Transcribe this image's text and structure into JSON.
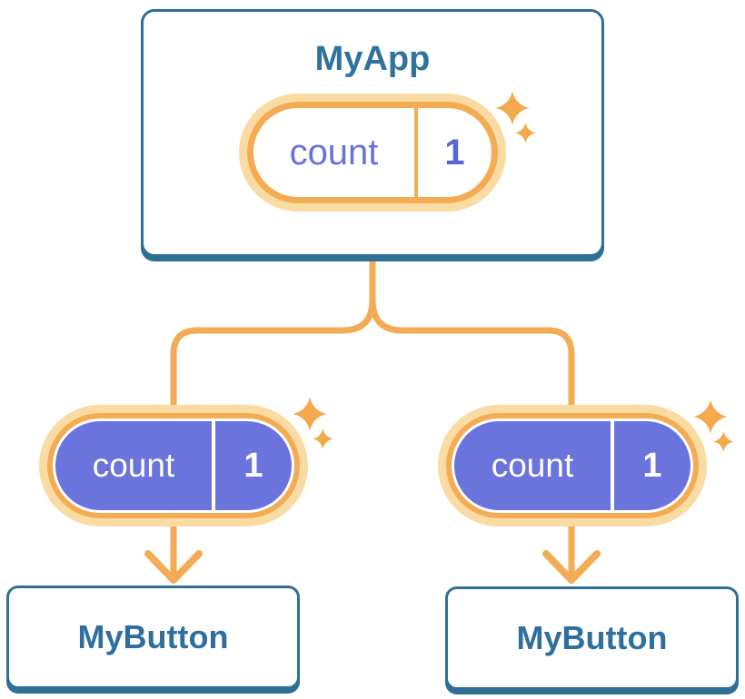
{
  "diagram_type": "react-component-tree",
  "colors": {
    "card_border_blue": "#2E7094",
    "title_text_blue": "#30719E",
    "connector_orange": "#F3AC55",
    "pill_ring_orange": "#F4AC52",
    "pill_ring_light_orange": "#FBDBA4",
    "prop_pill_purple": "#6B74DC",
    "state_name_purple": "#6972DB",
    "state_value_purple": "#5A64D9",
    "pill_fill_white": "#FFFFFF"
  },
  "tree": {
    "root": {
      "title": "MyApp",
      "state": {
        "name": "count",
        "value": "1"
      },
      "sparkle_icon": "sparkles"
    },
    "children": [
      {
        "title": "MyButton",
        "prop": {
          "name": "count",
          "value": "1"
        },
        "sparkle_icon": "sparkles"
      },
      {
        "title": "MyButton",
        "prop": {
          "name": "count",
          "value": "1"
        },
        "sparkle_icon": "sparkles"
      }
    ]
  }
}
